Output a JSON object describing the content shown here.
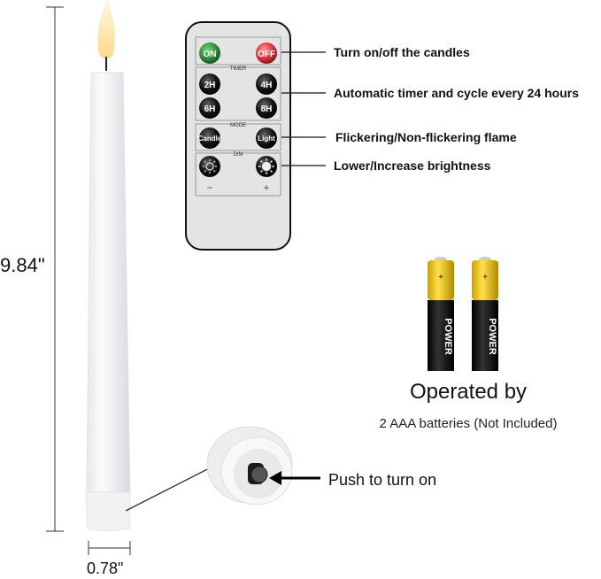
{
  "dimensions": {
    "height": "9.84\"",
    "width": "0.78\""
  },
  "remote": {
    "buttons": {
      "on": "ON",
      "off": "OFF",
      "t2": "2H",
      "t4": "4H",
      "t6": "6H",
      "t8": "8H",
      "candle": "Candle",
      "light": "Light",
      "minus": "−",
      "plus": "+"
    },
    "sections": {
      "timer": "TIMER",
      "mode": "MODE",
      "dim": "DIM"
    },
    "colors": {
      "on": "#2e8b3a",
      "off": "#d8303a",
      "body": "#e4e4e4"
    }
  },
  "callouts": [
    "Turn on/off the candles",
    "Automatic timer and cycle every 24 hours",
    "Flickering/Non-flickering flame",
    "Lower/Increase brightness"
  ],
  "batteries": {
    "brand": "POWER",
    "title": "Operated by",
    "subtitle": "2 AAA batteries (Not Included)",
    "colors": {
      "cap": "#f2c400",
      "body": "#111111"
    }
  },
  "switch": {
    "label": "Push to turn on"
  }
}
